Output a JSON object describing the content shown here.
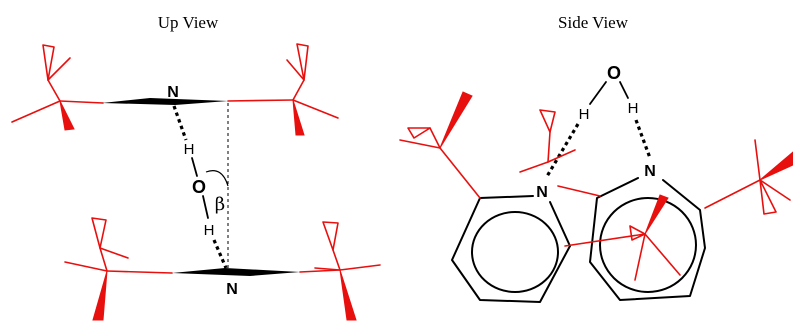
{
  "figure": {
    "up_view": {
      "title": "Up View",
      "top_nitrogen": "N",
      "upper_hydrogen": "H",
      "oxygen": "O",
      "angle": "β",
      "lower_hydrogen": "H",
      "bottom_nitrogen": "N"
    },
    "side_view": {
      "title": "Side View",
      "oxygen": "O",
      "left_hydrogen": "H",
      "right_hydrogen": "H",
      "left_nitrogen": "N",
      "right_nitrogen": "N"
    },
    "colors": {
      "bond_red": "#e8100e",
      "bond_black": "#000000"
    }
  }
}
